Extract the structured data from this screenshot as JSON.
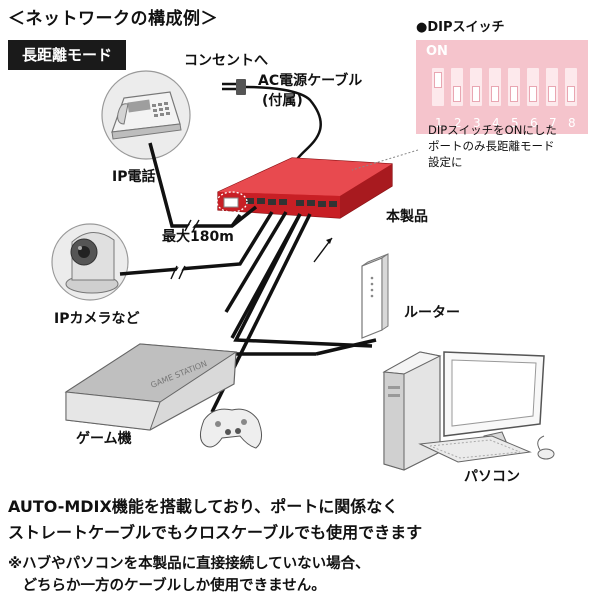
{
  "title": "＜ネットワークの構成例＞",
  "mode_badge": "長距離モード",
  "dip": {
    "title": "●DIPスイッチ",
    "on_label": "ON",
    "numbers": [
      "1",
      "2",
      "3",
      "4",
      "5",
      "6",
      "7",
      "8"
    ],
    "note_lines": [
      "DIPスイッチをONにした",
      "ポートのみ長距離モード",
      "設定に"
    ]
  },
  "labels": {
    "outlet": "コンセントへ",
    "ac_cable_line1": "AC電源ケーブル",
    "ac_cable_line2": "(付属)",
    "ip_phone": "IP電話",
    "max_distance": "最大180m",
    "product": "本製品",
    "ip_camera": "IPカメラなど",
    "router": "ルーター",
    "game_console": "ゲーム機",
    "game_station_text": "GAME STATION",
    "pc": "パソコン"
  },
  "footer": {
    "line1": "AUTO-MDIX機能を搭載しており、ポートに関係なく",
    "line2": "ストレートケーブルでもクロスケーブルでも使用できます",
    "note_line1": "※ハブやパソコンを本製品に直接接続していない場合、",
    "note_line2": "　どちらか一方のケーブルしか使用できません。"
  },
  "colors": {
    "product_red": "#d8262c",
    "dip_pink": "#f5c4cc",
    "cable": "#111111",
    "device_gray": "#9a9a9a"
  }
}
